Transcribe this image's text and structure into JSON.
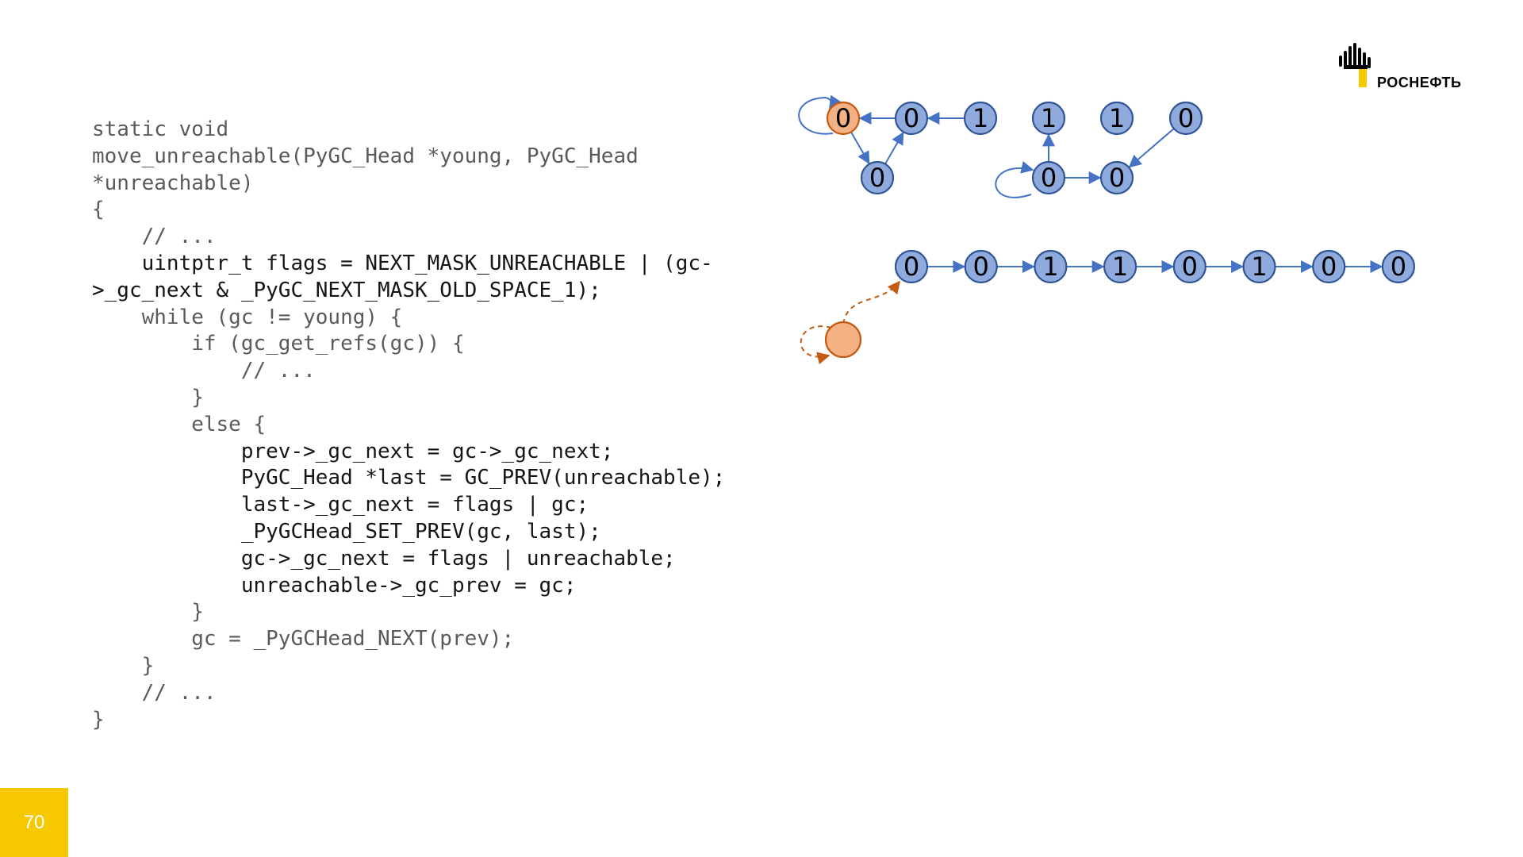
{
  "code": {
    "lines": [
      {
        "text": "static void",
        "tone": "muted"
      },
      {
        "text": "move_unreachable(PyGC_Head *young, PyGC_Head",
        "tone": "muted"
      },
      {
        "text": "*unreachable)",
        "tone": "muted"
      },
      {
        "text": "{",
        "tone": "muted"
      },
      {
        "text": "    // ...",
        "tone": "muted"
      },
      {
        "text": "    uintptr_t flags = NEXT_MASK_UNREACHABLE | (gc-",
        "tone": "strong"
      },
      {
        "text": ">_gc_next & _PyGC_NEXT_MASK_OLD_SPACE_1);",
        "tone": "strong"
      },
      {
        "text": "    while (gc != young) {",
        "tone": "muted"
      },
      {
        "text": "        if (gc_get_refs(gc)) {",
        "tone": "muted"
      },
      {
        "text": "            // ...",
        "tone": "muted"
      },
      {
        "text": "        }",
        "tone": "muted"
      },
      {
        "text": "        else {",
        "tone": "muted"
      },
      {
        "text": "            prev->_gc_next = gc->_gc_next;",
        "tone": "strong"
      },
      {
        "text": "            PyGC_Head *last = GC_PREV(unreachable);",
        "tone": "strong"
      },
      {
        "text": "            last->_gc_next = flags | gc;",
        "tone": "strong"
      },
      {
        "text": "            _PyGCHead_SET_PREV(gc, last);",
        "tone": "strong"
      },
      {
        "text": "            gc->_gc_next = flags | unreachable;",
        "tone": "strong"
      },
      {
        "text": "            unreachable->_gc_prev = gc;",
        "tone": "strong"
      },
      {
        "text": "        }",
        "tone": "muted"
      },
      {
        "text": "        gc = _PyGCHead_NEXT(prev);",
        "tone": "muted"
      },
      {
        "text": "    }",
        "tone": "muted"
      },
      {
        "text": "    // ...",
        "tone": "muted"
      },
      {
        "text": "}",
        "tone": "muted"
      }
    ]
  },
  "graph": {
    "nodes": [
      {
        "id": "a",
        "label": "0",
        "style": "orange"
      },
      {
        "id": "b",
        "label": "0",
        "style": "blue"
      },
      {
        "id": "c",
        "label": "1",
        "style": "blue"
      },
      {
        "id": "d",
        "label": "0",
        "style": "blue"
      },
      {
        "id": "e",
        "label": "1",
        "style": "blue"
      },
      {
        "id": "f",
        "label": "1",
        "style": "blue"
      },
      {
        "id": "g",
        "label": "0",
        "style": "blue"
      },
      {
        "id": "h",
        "label": "0",
        "style": "blue"
      },
      {
        "id": "i",
        "label": "0",
        "style": "blue"
      }
    ],
    "edges": [
      {
        "from": "b",
        "to": "a"
      },
      {
        "from": "c",
        "to": "b"
      },
      {
        "from": "a",
        "to": "d"
      },
      {
        "from": "d",
        "to": "b"
      },
      {
        "from": "h",
        "to": "e"
      },
      {
        "from": "h",
        "to": "i"
      },
      {
        "from": "g",
        "to": "i"
      }
    ],
    "self_loops": [
      "a",
      "h"
    ]
  },
  "list": {
    "nodes": [
      "0",
      "0",
      "1",
      "1",
      "0",
      "1",
      "0",
      "0"
    ],
    "head_style": "orange"
  },
  "page_number": "70",
  "logo": {
    "text": "РОСНЕФТЬ"
  },
  "colors": {
    "node_fill": "#8faadc",
    "node_stroke": "#2f5597",
    "highlight_fill": "#f4b183",
    "highlight_stroke": "#c55a11",
    "edge": "#4472c4",
    "brand_yellow": "#f5c800"
  }
}
